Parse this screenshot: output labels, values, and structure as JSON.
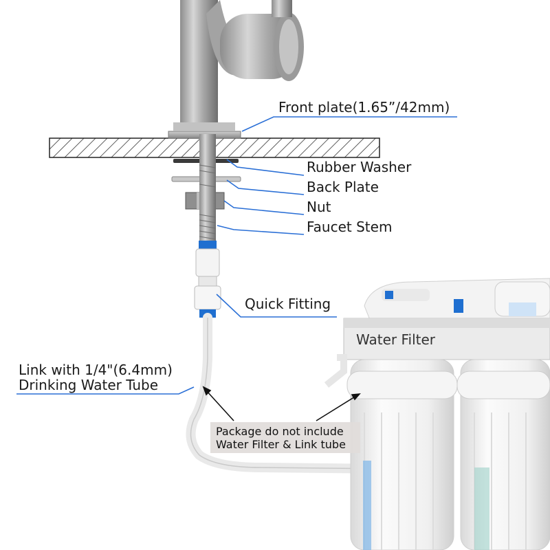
{
  "labels": {
    "front_plate": "Front plate(1.65”/42mm)",
    "rubber_washer": "Rubber Washer",
    "back_plate": "Back Plate",
    "nut": "Nut",
    "faucet_stem": "Faucet Stem",
    "quick_fitting": "Quick Fitting",
    "link_tube_line1": "Link with 1/4\"(6.4mm)",
    "link_tube_line2": "Drinking Water Tube",
    "water_filter": "Water Filter"
  },
  "note": {
    "line1": "Package do not include",
    "line2": "Water Filter & Link tube"
  },
  "colors": {
    "leader_line": "#2a6fd6",
    "metal": "#b8b8b8",
    "fitting_blue": "#1f6fd0",
    "housing": "#f2f2f2"
  }
}
